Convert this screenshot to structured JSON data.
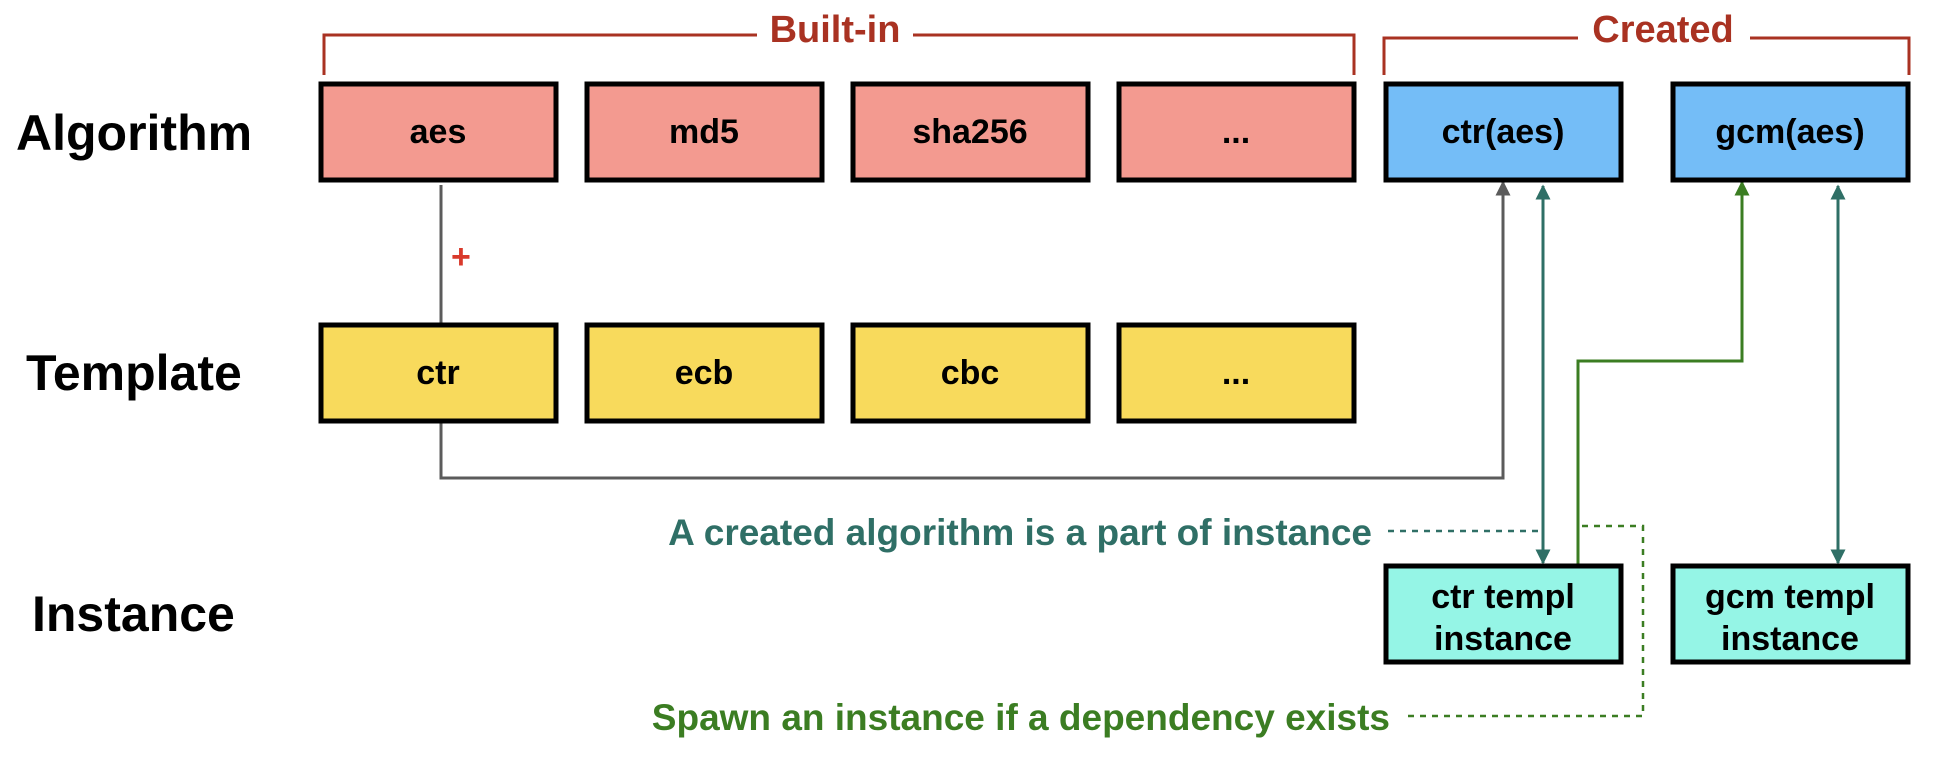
{
  "colors": {
    "builtin_fill": "#f39a90",
    "created_fill": "#74bdf7",
    "template_fill": "#f8da5c",
    "instance_fill": "#95f5e6",
    "bracket_red": "#a93222",
    "teal": "#2f6f66",
    "green": "#3b7d22",
    "gray_line": "#5b5b5b",
    "plus_red": "#d9392b"
  },
  "rows": {
    "algorithm": "Algorithm",
    "template": "Template",
    "instance": "Instance"
  },
  "groups": {
    "builtin": "Built-in",
    "created": "Created"
  },
  "boxes": {
    "builtin_algorithms": [
      "aes",
      "md5",
      "sha256",
      "..."
    ],
    "created_algorithms": [
      "ctr(aes)",
      "gcm(aes)"
    ],
    "templates": [
      "ctr",
      "ecb",
      "cbc",
      "..."
    ],
    "instances": [
      {
        "line1": "ctr templ",
        "line2": "instance"
      },
      {
        "line1": "gcm templ",
        "line2": "instance"
      }
    ]
  },
  "plus": "+",
  "notes": {
    "part_of_instance": "A created algorithm is a part of instance",
    "spawn_instance": "Spawn an instance if a dependency exists"
  },
  "icons": {
    "arrowhead": "arrowhead-icon"
  }
}
